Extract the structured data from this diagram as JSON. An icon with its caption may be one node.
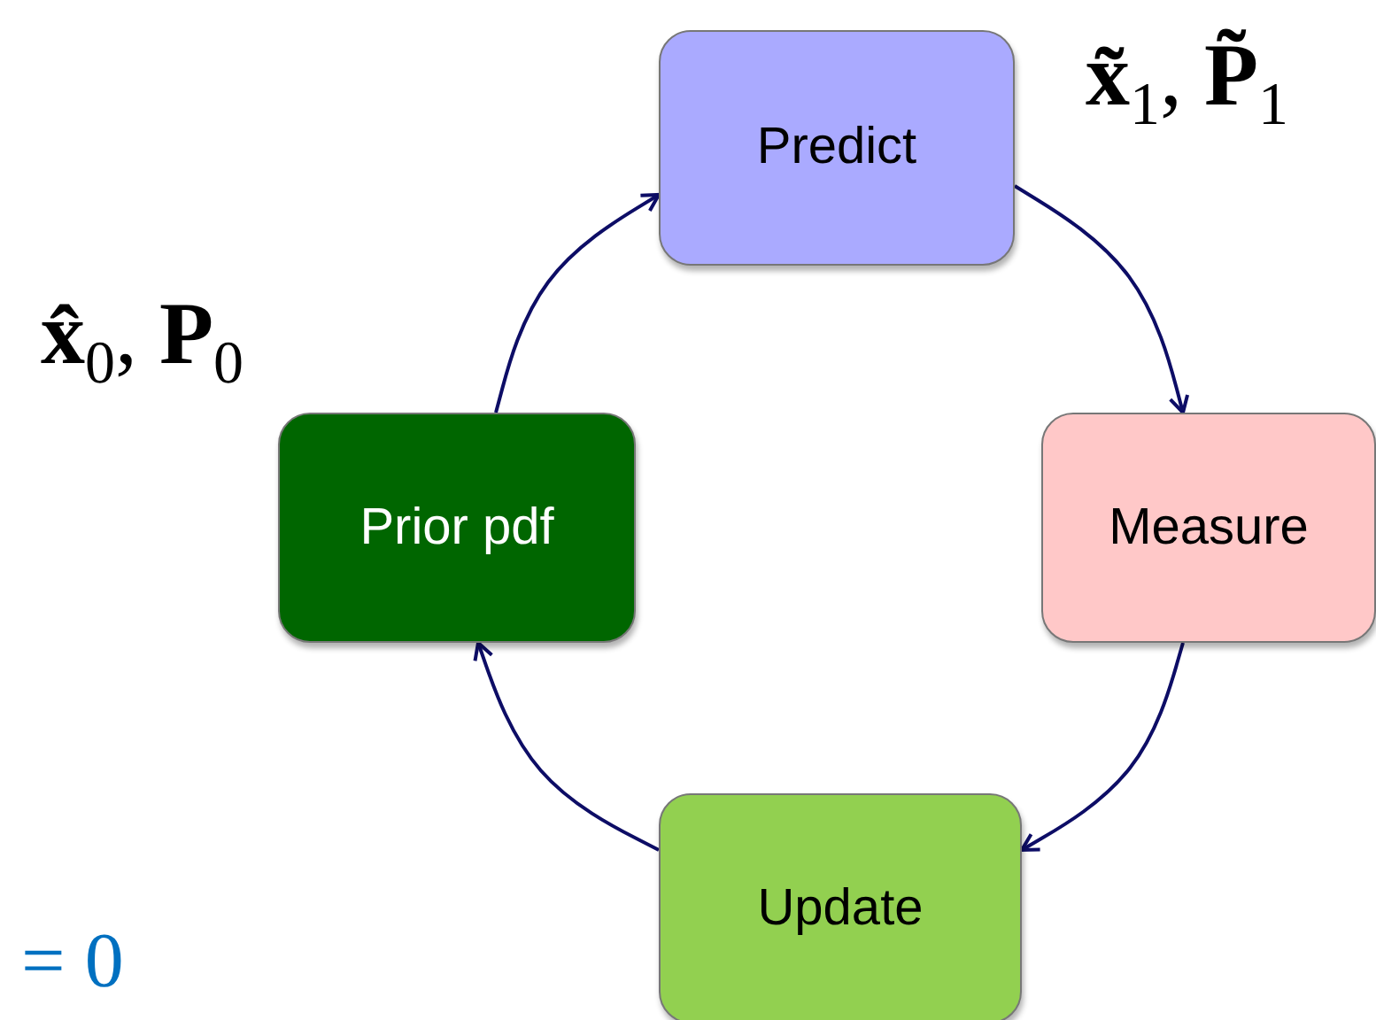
{
  "diagram": {
    "nodes": [
      {
        "text": [
          "Predict"
        ],
        "beside": [
          "**x̃**$_{1}$, **P̃**$_{1}$"
        ]
      },
      {
        "text": [
          "Prior pdf"
        ],
        "beside": [
          "**x̂**$_{0}$, **P**$_{0}$"
        ]
      },
      {
        "text": [
          "Measure"
        ]
      },
      {
        "text": [
          "Update"
        ]
      }
    ],
    "edges": [
      {
        "from": 1,
        "to": 0,
        "arrow": "to"
      },
      {
        "from": 0,
        "to": 2,
        "arrow": "to"
      },
      {
        "from": 2,
        "to": 3,
        "arrow": "to"
      },
      {
        "from": 3,
        "to": 1,
        "arrow": "to"
      }
    ],
    "labels": [
      "= 0"
    ]
  }
}
